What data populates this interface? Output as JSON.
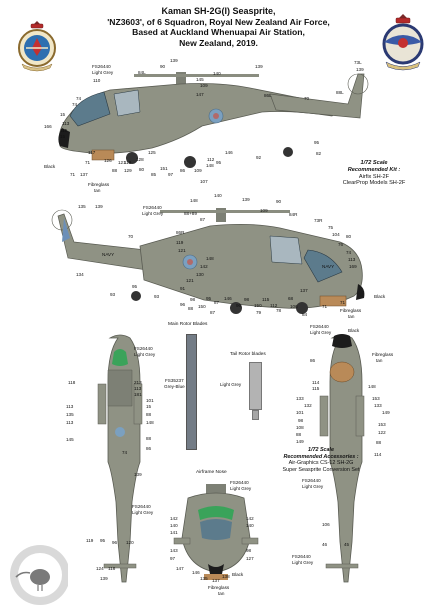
{
  "title": {
    "line1": "Kaman SH-2G(I) Seasprite,",
    "line2": "'NZ3603', of 6 Squadron, Royal New Zealand Air Force,",
    "line3": "Based at Auckland Whenuapai Air Station,",
    "line4": "New Zealand, 2019."
  },
  "scale_info": {
    "heading1": "1/72 Scale",
    "heading2": "Recommended Kit :",
    "kit1": "Airfix SH-2F",
    "kit2": "ClearProp Models SH-2F"
  },
  "accessories": {
    "heading1": "1/72 Scale",
    "heading2": "Recommended Accessories :",
    "item1": "Air-Graphics CS-12 SH-2G",
    "item2": "Super Seasprite Conversion Set"
  },
  "blades": {
    "main_title": "Main Rotor Blades",
    "main_color": "FS35237 Grey-Blue",
    "main_color_l1": "FS35237",
    "main_color_l2": "Grey-Blue",
    "tail_title": "Tail Rotor blades",
    "tail_color": "Light Grey"
  },
  "nose_view_title": "Airframe Nose",
  "colors": {
    "airframe": "#8f9284",
    "airframe_dark": "#6e7165",
    "fiberglass_tan": "#b98a58",
    "light_grey": "#c9cacb",
    "glass": "#5c7b8c",
    "green": "#3aa35a",
    "main_blade": "#737c86"
  },
  "side1_labels": [
    {
      "text": "FS26440"
    },
    {
      "text": "Light Grey"
    },
    {
      "text": "110"
    },
    {
      "text": "84L"
    },
    {
      "text": "90"
    },
    {
      "text": "139"
    },
    {
      "text": "140"
    },
    {
      "text": "145"
    },
    {
      "text": "109"
    },
    {
      "text": "139"
    },
    {
      "text": "73L"
    },
    {
      "text": "139"
    },
    {
      "text": "74"
    },
    {
      "text": "74"
    },
    {
      "text": "147"
    },
    {
      "text": "86L"
    },
    {
      "text": "70"
    },
    {
      "text": "88L"
    },
    {
      "text": "15"
    },
    {
      "text": "166"
    },
    {
      "text": "113"
    },
    {
      "text": "115"
    },
    {
      "text": "15"
    },
    {
      "text": "117"
    },
    {
      "text": "119"
    },
    {
      "text": "71"
    },
    {
      "text": "126"
    },
    {
      "text": "128"
    },
    {
      "text": "125"
    },
    {
      "text": "146"
    },
    {
      "text": "Black"
    },
    {
      "text": "71"
    },
    {
      "text": "137"
    },
    {
      "text": "95"
    },
    {
      "text": "82"
    },
    {
      "text": "88"
    },
    {
      "text": "121"
    },
    {
      "text": "129"
    },
    {
      "text": "151"
    },
    {
      "text": "148"
    },
    {
      "text": "92"
    },
    {
      "text": "80"
    },
    {
      "text": "85"
    },
    {
      "text": "86"
    },
    {
      "text": "97"
    },
    {
      "text": "109"
    },
    {
      "text": "95"
    },
    {
      "text": "112"
    },
    {
      "text": "Fibreglass"
    },
    {
      "text": "tan"
    },
    {
      "text": "107"
    }
  ],
  "side2_labels": [
    {
      "text": "135"
    },
    {
      "text": "139"
    },
    {
      "text": "148"
    },
    {
      "text": "140"
    },
    {
      "text": "139"
    },
    {
      "text": "FS26440"
    },
    {
      "text": "Light Grey"
    },
    {
      "text": "88+89"
    },
    {
      "text": "87"
    },
    {
      "text": "90"
    },
    {
      "text": "84R"
    },
    {
      "text": "70"
    },
    {
      "text": "86R"
    },
    {
      "text": "109"
    },
    {
      "text": "73R"
    },
    {
      "text": "75"
    },
    {
      "text": "104"
    },
    {
      "text": "80"
    },
    {
      "text": "119"
    },
    {
      "text": "121"
    },
    {
      "text": "76"
    },
    {
      "text": "74"
    },
    {
      "text": "113"
    },
    {
      "text": "169"
    },
    {
      "text": "134"
    },
    {
      "text": "NAVY"
    },
    {
      "text": "NAVY"
    },
    {
      "text": "93"
    },
    {
      "text": "95"
    },
    {
      "text": "91"
    },
    {
      "text": "121"
    },
    {
      "text": "137"
    },
    {
      "text": "130"
    },
    {
      "text": "142"
    },
    {
      "text": "148"
    },
    {
      "text": "96"
    },
    {
      "text": "88"
    },
    {
      "text": "150"
    },
    {
      "text": "87"
    },
    {
      "text": "146"
    },
    {
      "text": "96"
    },
    {
      "text": "98"
    },
    {
      "text": "150"
    },
    {
      "text": "95"
    },
    {
      "text": "93"
    },
    {
      "text": "115"
    },
    {
      "text": "112"
    },
    {
      "text": "98"
    },
    {
      "text": "87"
    },
    {
      "text": "68"
    },
    {
      "text": "106"
    },
    {
      "text": "71"
    },
    {
      "text": "78"
    },
    {
      "text": "79"
    },
    {
      "text": "Black"
    },
    {
      "text": "Fibreglass"
    },
    {
      "text": "tan"
    },
    {
      "text": "84"
    },
    {
      "text": "71"
    }
  ],
  "top_labels": [
    {
      "text": "FS26440"
    },
    {
      "text": "Light Grey"
    },
    {
      "text": "118"
    },
    {
      "text": "213"
    },
    {
      "text": "113"
    },
    {
      "text": "181"
    },
    {
      "text": "101"
    },
    {
      "text": "113"
    },
    {
      "text": "15"
    },
    {
      "text": "135"
    },
    {
      "text": "113"
    },
    {
      "text": "88"
    },
    {
      "text": "148"
    },
    {
      "text": "145"
    },
    {
      "text": "88"
    },
    {
      "text": "86"
    },
    {
      "text": "139"
    },
    {
      "text": "74"
    },
    {
      "text": "FS26440"
    },
    {
      "text": "Light Grey"
    },
    {
      "text": "119"
    },
    {
      "text": "95"
    },
    {
      "text": "96"
    },
    {
      "text": "120"
    },
    {
      "text": "124"
    },
    {
      "text": "118"
    },
    {
      "text": "139"
    }
  ],
  "bottom_labels": [
    {
      "text": "FS26440"
    },
    {
      "text": "Light Grey"
    },
    {
      "text": "Black"
    },
    {
      "text": "86"
    },
    {
      "text": "Fibreglass"
    },
    {
      "text": "tan"
    },
    {
      "text": "114"
    },
    {
      "text": "115"
    },
    {
      "text": "148"
    },
    {
      "text": "133"
    },
    {
      "text": "153"
    },
    {
      "text": "132"
    },
    {
      "text": "133"
    },
    {
      "text": "149"
    },
    {
      "text": "101"
    },
    {
      "text": "98"
    },
    {
      "text": "108"
    },
    {
      "text": "88"
    },
    {
      "text": "149"
    },
    {
      "text": "153"
    },
    {
      "text": "122"
    },
    {
      "text": "88"
    },
    {
      "text": "114"
    },
    {
      "text": "FS26440"
    },
    {
      "text": "Light Grey"
    },
    {
      "text": "106"
    },
    {
      "text": "FS26440"
    },
    {
      "text": "Light Grey"
    },
    {
      "text": "46"
    },
    {
      "text": "45"
    }
  ],
  "front_labels": [
    {
      "text": "FS26440"
    },
    {
      "text": "Light Grey"
    },
    {
      "text": "142"
    },
    {
      "text": "140"
    },
    {
      "text": "141"
    },
    {
      "text": "142"
    },
    {
      "text": "140"
    },
    {
      "text": "143"
    },
    {
      "text": "97"
    },
    {
      "text": "98"
    },
    {
      "text": "127"
    },
    {
      "text": "147"
    },
    {
      "text": "146"
    },
    {
      "text": "135"
    },
    {
      "text": "137"
    },
    {
      "text": "138"
    },
    {
      "text": "Black"
    },
    {
      "text": "Fibreglass"
    },
    {
      "text": "tan"
    }
  ]
}
